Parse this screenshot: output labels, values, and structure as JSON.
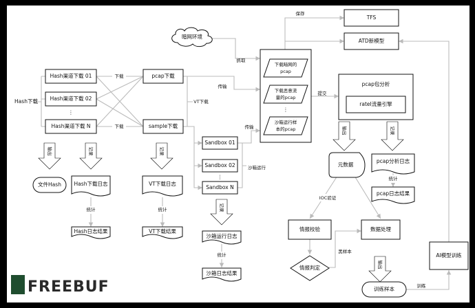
{
  "nodes": {
    "hash_dl": "Hash下载",
    "hash_ch1": "Hash渠道下载 01",
    "hash_ch2": "Hash渠道下载 02",
    "hash_dots": "⋮",
    "hash_chn": "Hash渠道下载 N",
    "pcap_dl": "pcap下载",
    "sample_dl": "sample下载",
    "vt_dl": "VT下载",
    "darknet": "暗网环境",
    "sandbox1": "Sandbox 01",
    "sandbox2": "Sandbox 02",
    "sandbox_dots": "⋮",
    "sandboxn": "Sandbox N",
    "sandbox_run": "沙箱运行",
    "pcap_item1_l1": "下载暗网的",
    "pcap_item1_l2": "pcap",
    "pcap_item2_l1": "下载恶意流",
    "pcap_item2_l2": "量的pcap",
    "pcap_dots": "⋮",
    "pcap_item3_l1": "沙箱运行样",
    "pcap_item3_l2": "本的pcap",
    "tfs": "TFS",
    "atd_model": "ATD新模型",
    "pcap_analysis": "pcap包分析",
    "rate_engine": "rateI流量引擎",
    "meta_data": "元数据",
    "pcap_log": "pcap分析日志",
    "pcap_log_result": "pcap日志结果",
    "intel_check": "情报校验",
    "data_process": "数据处理",
    "intel_judge": "情报判定",
    "train_sample": "训练样本",
    "ai_train": "AI模型训练",
    "file_hash": "文件Hash",
    "hash_log": "Hash下载日志",
    "hash_log_result": "Hash日志结果",
    "vt_log": "VT下载日志",
    "vt_log_result": "VT下载结果",
    "sandbox_log": "沙箱运行日志",
    "sandbox_log_result": "沙箱日志结果"
  },
  "edge_labels": {
    "save": "保存",
    "grab": "抓取",
    "transfer1": "传输",
    "transfer2": "传输",
    "download1": "下载",
    "download2": "下载",
    "submit": "提交",
    "stats1": "统计",
    "stats2": "统计",
    "stats3": "统计",
    "stats4": "统计",
    "ioc_check": "IOC验证",
    "black_sample": "黑样本",
    "train": "训练",
    "fat_output": "输出",
    "fat_record": "记录"
  },
  "watermark": "FREEBUF"
}
